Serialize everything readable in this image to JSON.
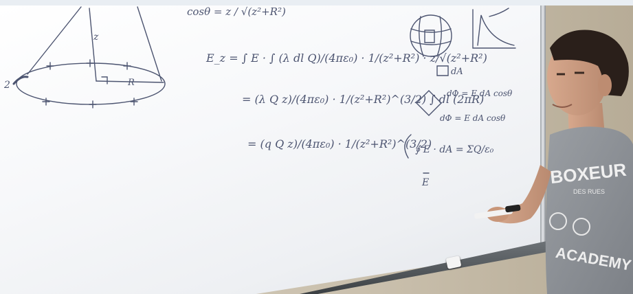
{
  "scene": {
    "type": "photo",
    "subject": "student at whiteboard with physics equations",
    "colors": {
      "ink": "#4c5470",
      "shirt": "#8f9399",
      "skin": "#c99a80",
      "hair": "#2a1f1a",
      "marker": "#f2f2f2"
    }
  },
  "board": {
    "top_fragment": "cosθ = z / √(z²+R²)",
    "eq1": "E_z = ∫ E · ∫ (λ dl Q)/(4πε₀) · 1/(z²+R²) · z/√(z²+R²)",
    "eq2": "= (λ Q z)/(4πε₀) · 1/(z²+R²)^(3/2) ∫ dl (2πR)",
    "eq3": "= (q Q z)/(4πε₀) · 1/(z²+R²)^(3/2)",
    "flux1": "dΦ = E dA cosθ",
    "flux2": "dΦ = E dA cosθ",
    "gauss": "∮ E · dA = ΣQ/ε₀",
    "labels": {
      "z": "z",
      "R": "R",
      "two": "2",
      "dA": "dA",
      "E": "E"
    }
  },
  "shirt": {
    "brand": "BOXEUR",
    "sub": "DES RUES",
    "bottom": "ACADEMY"
  }
}
